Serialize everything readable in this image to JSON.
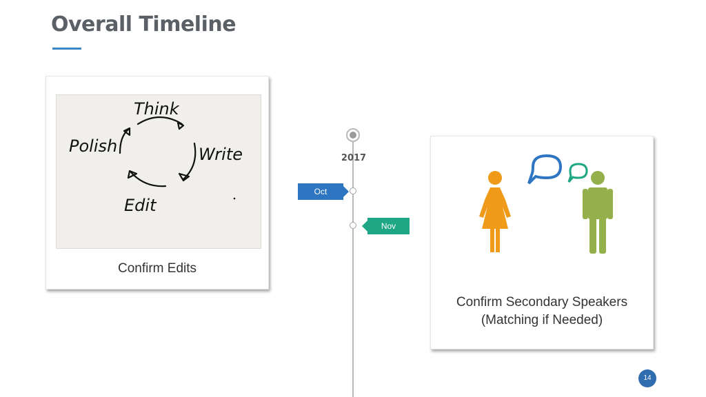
{
  "slide": {
    "title": "Overall Timeline",
    "page_number": "14",
    "accent_color": "#3a87c8"
  },
  "left_card": {
    "caption": "Confirm Edits",
    "sketch_words": [
      "Think",
      "Write",
      "Edit",
      "Polish"
    ]
  },
  "right_card": {
    "caption_line1": "Confirm Secondary Speakers",
    "caption_line2": "(Matching if Needed)",
    "icons": [
      "woman-icon",
      "man-icon",
      "speech-bubble-icon"
    ]
  },
  "timeline": {
    "year": "2017",
    "events": [
      {
        "label": "Oct",
        "color": "#2e76c1",
        "side": "left"
      },
      {
        "label": "Nov",
        "color": "#1fa685",
        "side": "right"
      }
    ]
  }
}
